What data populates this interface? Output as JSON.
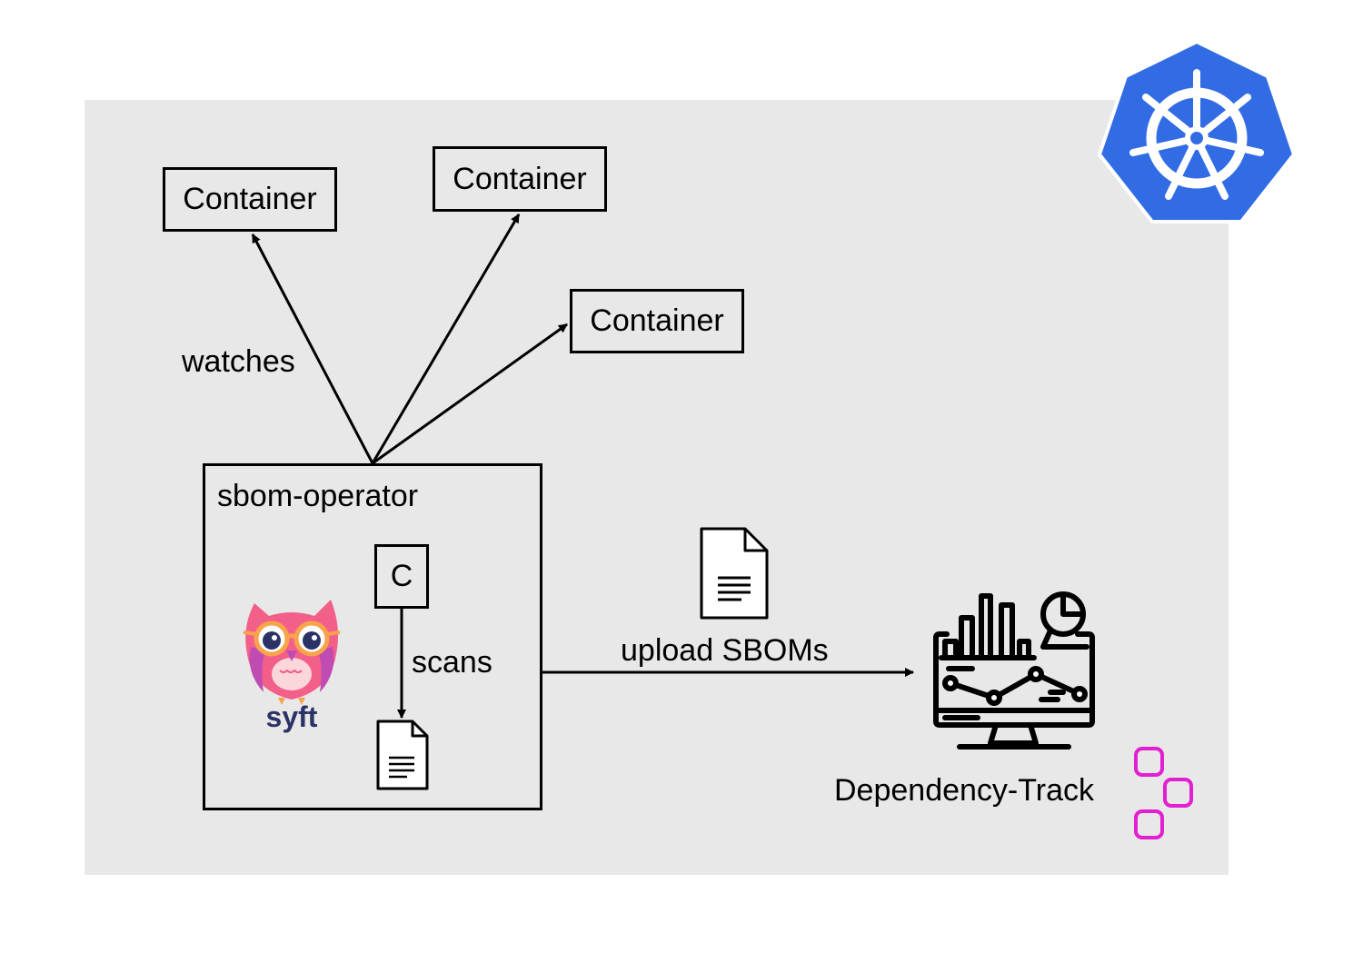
{
  "containers": [
    {
      "label": "Container"
    },
    {
      "label": "Container"
    },
    {
      "label": "Container"
    }
  ],
  "labels": {
    "watches": "watches",
    "scans": "scans",
    "upload": "upload SBOMs",
    "dependency_track": "Dependency-Track"
  },
  "operator": {
    "title": "sbom-operator",
    "container_label": "C"
  },
  "syft": {
    "wordmark": "syft"
  },
  "icons": [
    "kubernetes-logo",
    "syft-owl-logo",
    "sbom-document-icon",
    "dependency-track-monitor-icon",
    "dependency-track-logo"
  ],
  "colors": {
    "background": "#e8e8e8",
    "kubernetes": "#326ce5",
    "dependency_track": "#e21fd1",
    "syft_pink": "#f2608a",
    "syft_purple": "#c04bb3",
    "syft_navy": "#2c3266"
  }
}
